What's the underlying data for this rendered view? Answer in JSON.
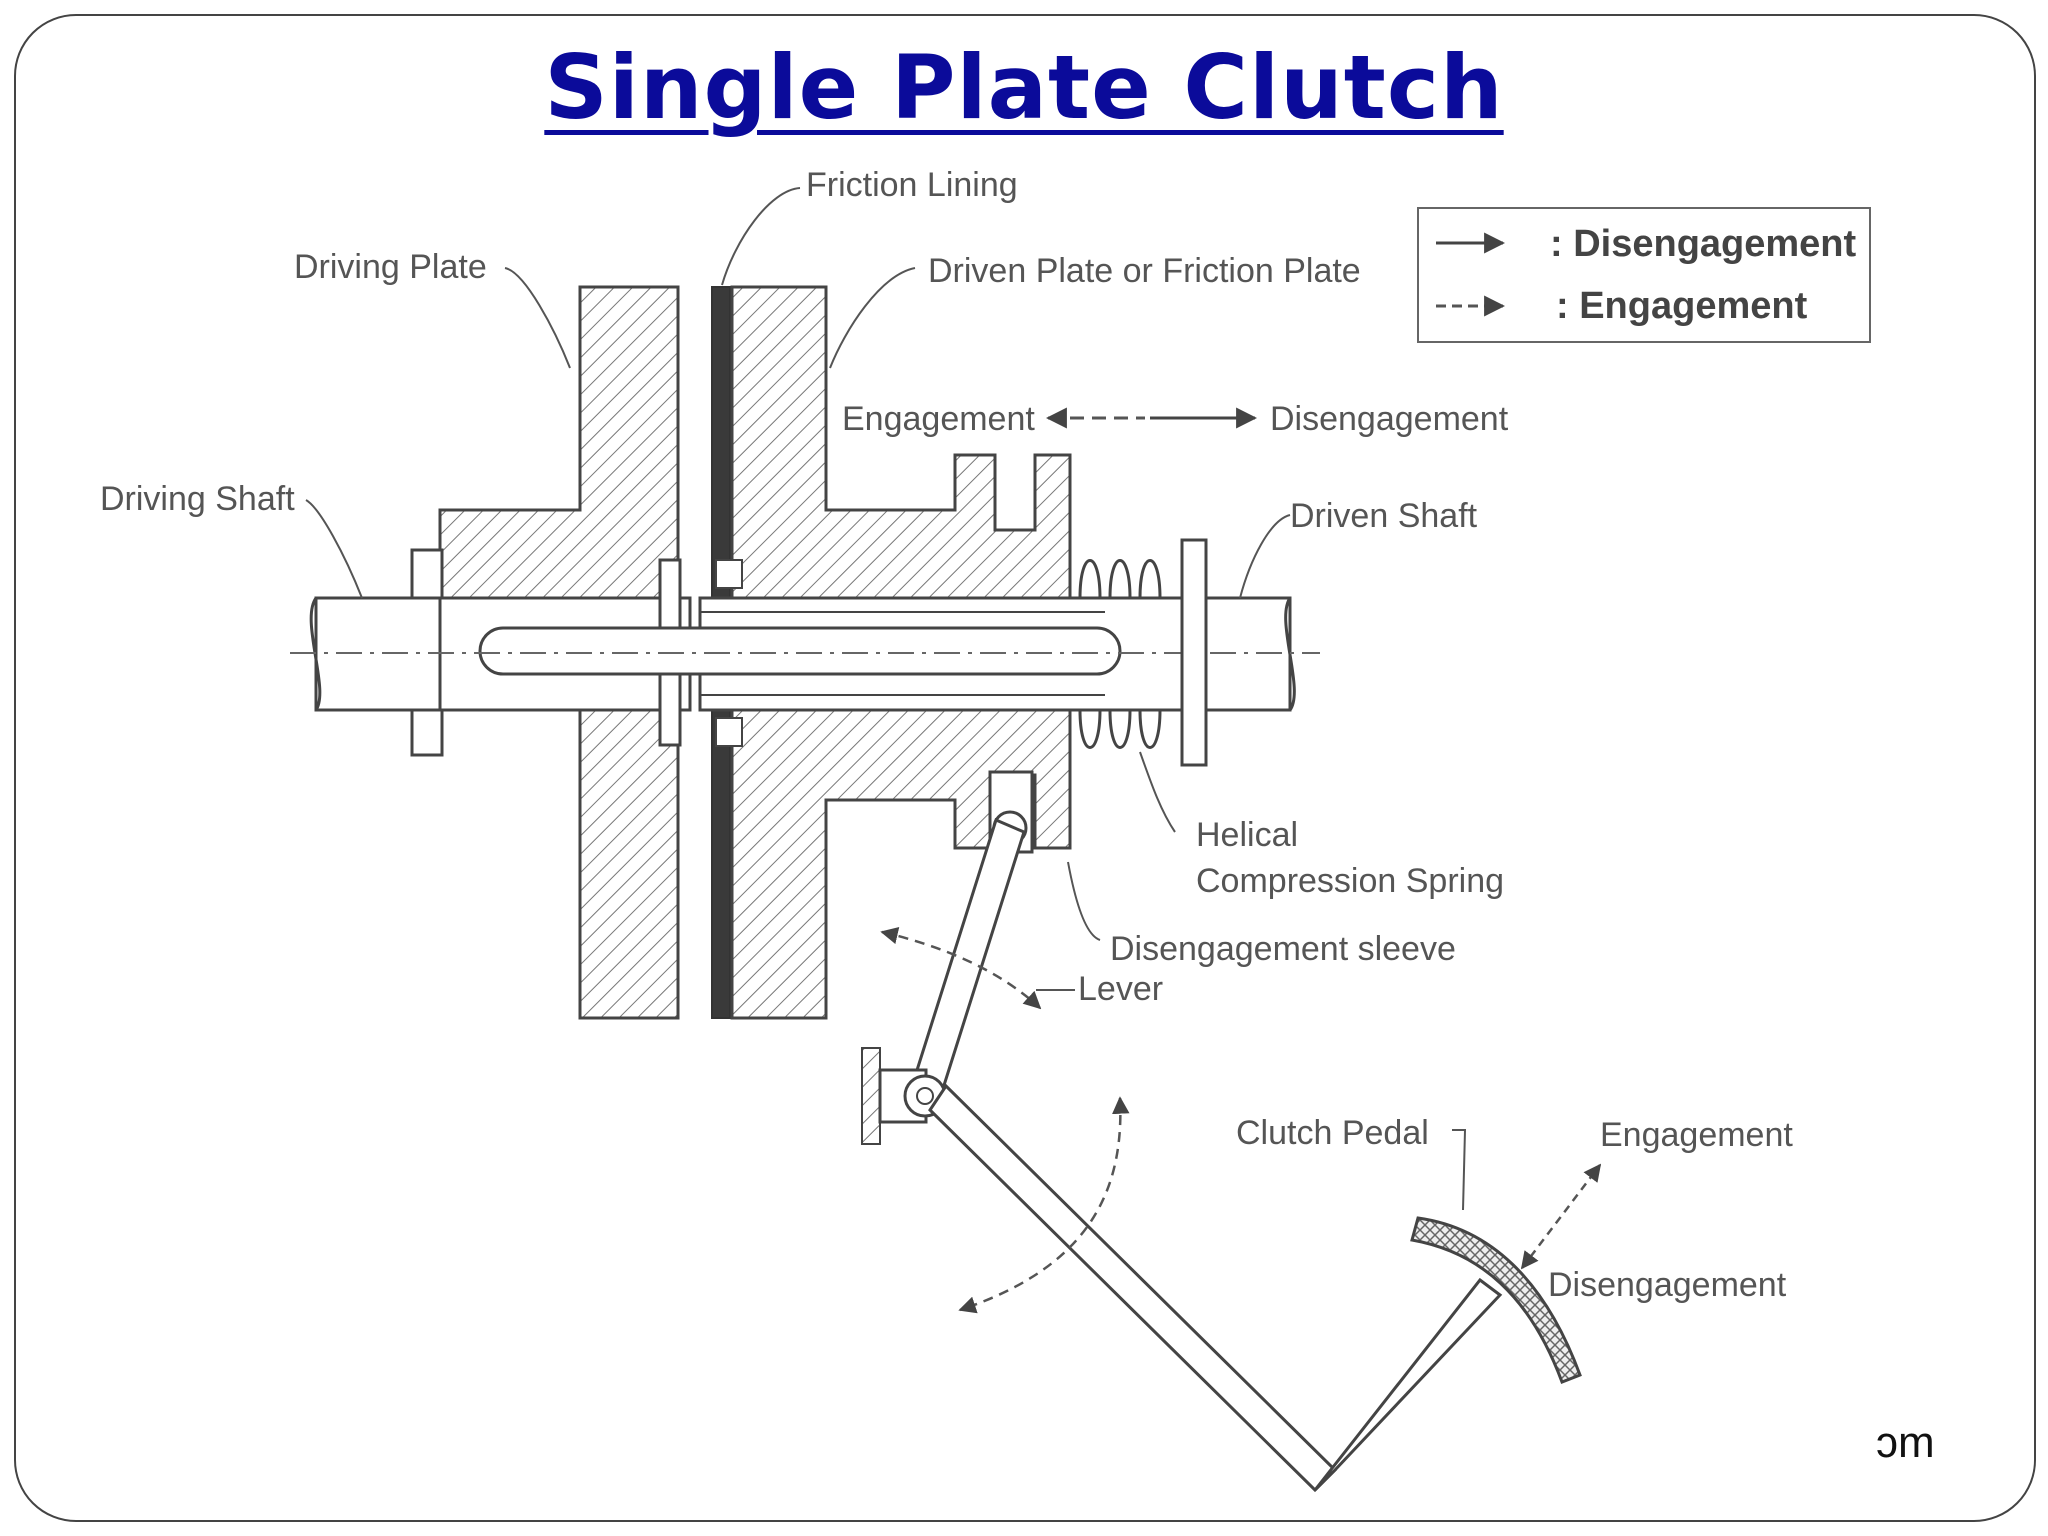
{
  "title": "Single Plate Clutch",
  "legend": {
    "solid": ": Disengagement",
    "dashed": ": Engagement"
  },
  "labels": {
    "friction_lining": "Friction Lining",
    "driving_plate": "Driving Plate",
    "driven_plate": "Driven Plate or Friction Plate",
    "driving_shaft": "Driving Shaft",
    "driven_shaft": "Driven Shaft",
    "engagement_top": "Engagement",
    "disengagement_top": "Disengagement",
    "helical": "Helical",
    "compression_spring": "Compression Spring",
    "sleeve": "Disengagement sleeve",
    "lever": "Lever",
    "clutch_pedal": "Clutch Pedal",
    "pedal_engagement": "Engagement",
    "pedal_disengagement": "Disengagement"
  },
  "corner_text": "ɔm"
}
